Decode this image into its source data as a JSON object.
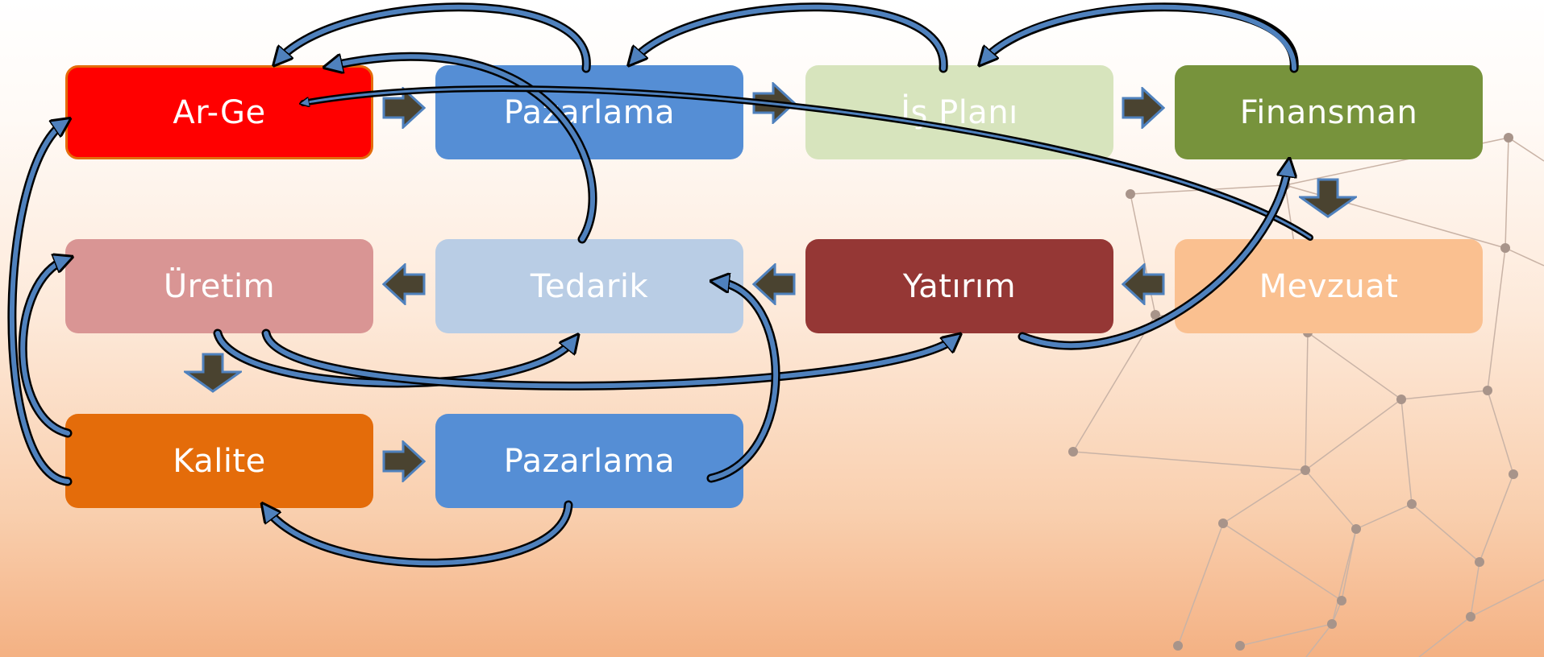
{
  "diagram": {
    "nodes": [
      {
        "id": "arge",
        "label": "Ar-Ge",
        "color": "#ff0000",
        "border": "#e46c0a"
      },
      {
        "id": "pazarlama_top",
        "label": "Pazarlama",
        "color": "#558ed5"
      },
      {
        "id": "is_plani",
        "label": "İş Planı",
        "color": "#d7e4bd"
      },
      {
        "id": "finansman",
        "label": "Finansman",
        "color": "#77933c"
      },
      {
        "id": "uretim",
        "label": "Üretim",
        "color": "#d99594"
      },
      {
        "id": "tedarik",
        "label": "Tedarik",
        "color": "#b9cde5"
      },
      {
        "id": "yatirim",
        "label": "Yatırım",
        "color": "#953735"
      },
      {
        "id": "mevzuat",
        "label": "Mevzuat",
        "color": "#fac090"
      },
      {
        "id": "kalite",
        "label": "Kalite",
        "color": "#e46c0a"
      },
      {
        "id": "pazarlama_bottom",
        "label": "Pazarlama",
        "color": "#558ed5"
      }
    ],
    "flow_arrows": [
      {
        "from": "arge",
        "to": "pazarlama_top",
        "direction": "right"
      },
      {
        "from": "pazarlama_top",
        "to": "is_plani",
        "direction": "right"
      },
      {
        "from": "is_plani",
        "to": "finansman",
        "direction": "right"
      },
      {
        "from": "finansman",
        "to": "mevzuat",
        "direction": "down"
      },
      {
        "from": "mevzuat",
        "to": "yatirim",
        "direction": "left"
      },
      {
        "from": "yatirim",
        "to": "tedarik",
        "direction": "left"
      },
      {
        "from": "tedarik",
        "to": "uretim",
        "direction": "left"
      },
      {
        "from": "uretim",
        "to": "kalite",
        "direction": "down"
      },
      {
        "from": "kalite",
        "to": "pazarlama_bottom",
        "direction": "right"
      }
    ],
    "feedback_arrows": [
      {
        "from": "pazarlama_top",
        "to": "arge"
      },
      {
        "from": "is_plani",
        "to": "pazarlama_top"
      },
      {
        "from": "finansman",
        "to": "is_plani"
      },
      {
        "from": "tedarik",
        "to": "arge"
      },
      {
        "from": "mevzuat",
        "to": "arge"
      },
      {
        "from": "yatirim",
        "to": "finansman"
      },
      {
        "from": "uretim",
        "to": "tedarik"
      },
      {
        "from": "uretim",
        "to": "yatirim"
      },
      {
        "from": "pazarlama_bottom",
        "to": "tedarik"
      },
      {
        "from": "pazarlama_bottom",
        "to": "kalite"
      },
      {
        "from": "kalite",
        "to": "arge"
      },
      {
        "from": "kalite",
        "to": "uretim"
      }
    ],
    "colors": {
      "flow_arrow_fill": "#4a4330",
      "flow_arrow_stroke": "#4f81bd",
      "curve_fill": "#4f81bd",
      "curve_stroke": "#000000",
      "network_line": "#c9b3a6",
      "network_node": "#a8948a"
    }
  }
}
